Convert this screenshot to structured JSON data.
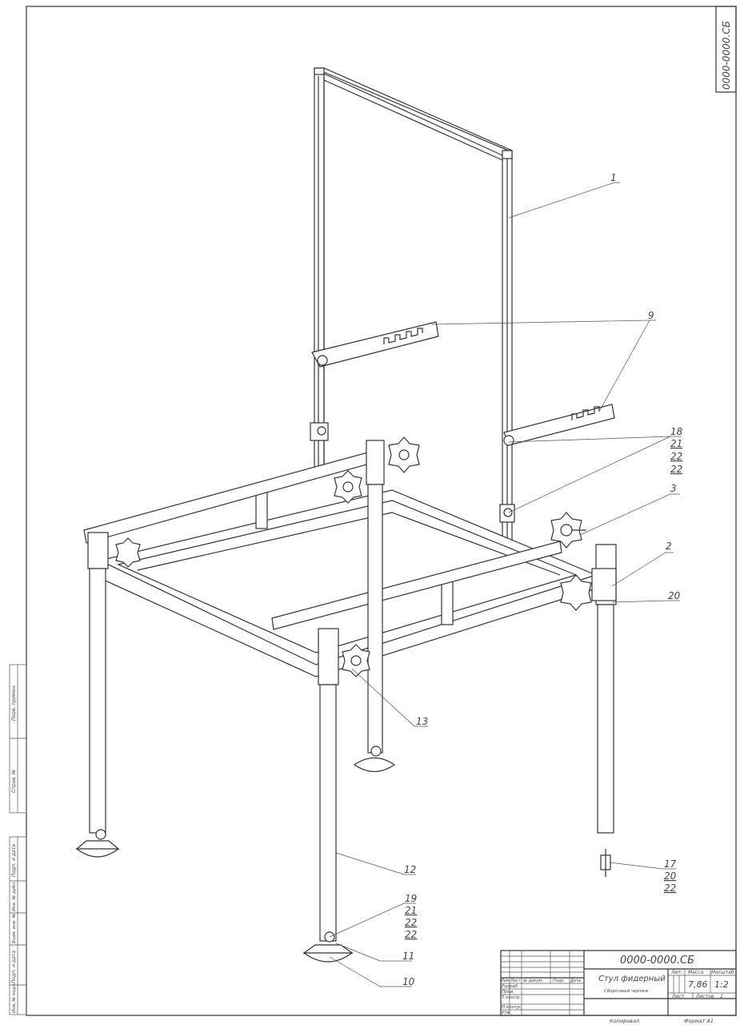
{
  "stamp_code": "0000-0000.СБ",
  "title_block": {
    "doc_code": "0000-0000.СБ",
    "name": "Стул фидерный",
    "doc_type": "Сборочный чертеж",
    "col_headers": [
      "Изм.",
      "Лист",
      "№ докум.",
      "Подп.",
      "Дата"
    ],
    "roles": [
      "Разраб.",
      "Пров.",
      "Т.контр.",
      "Н.контр.",
      "Утв."
    ],
    "lit_label": "Лит.",
    "mass_label": "Масса",
    "scale_label": "Масштаб",
    "mass": "7,86",
    "scale": "1:2",
    "sheet_label": "Лист",
    "sheets_label": "Листов",
    "sheets": "1",
    "copied": "Копировал",
    "format": "Формат А1"
  },
  "side_stamps": [
    "Перв. примен.",
    "Справ. №",
    "Подп. и дата",
    "Инв. № дубл.",
    "Взам. инв. №",
    "Подп. и дата",
    "Инв. № подл."
  ],
  "callouts": [
    {
      "id": "c1",
      "lines": [
        "1"
      ]
    },
    {
      "id": "c9",
      "lines": [
        "9"
      ]
    },
    {
      "id": "c18",
      "lines": [
        "18",
        "21",
        "22",
        "22"
      ]
    },
    {
      "id": "c3",
      "lines": [
        "3"
      ]
    },
    {
      "id": "c2",
      "lines": [
        "2"
      ]
    },
    {
      "id": "c20",
      "lines": [
        "20"
      ]
    },
    {
      "id": "c13",
      "lines": [
        "13"
      ]
    },
    {
      "id": "c12",
      "lines": [
        "12"
      ]
    },
    {
      "id": "c19",
      "lines": [
        "19",
        "21",
        "22",
        "22"
      ]
    },
    {
      "id": "c11",
      "lines": [
        "11"
      ]
    },
    {
      "id": "c10",
      "lines": [
        "10"
      ]
    },
    {
      "id": "c17",
      "lines": [
        "17",
        "20",
        "22"
      ]
    }
  ]
}
